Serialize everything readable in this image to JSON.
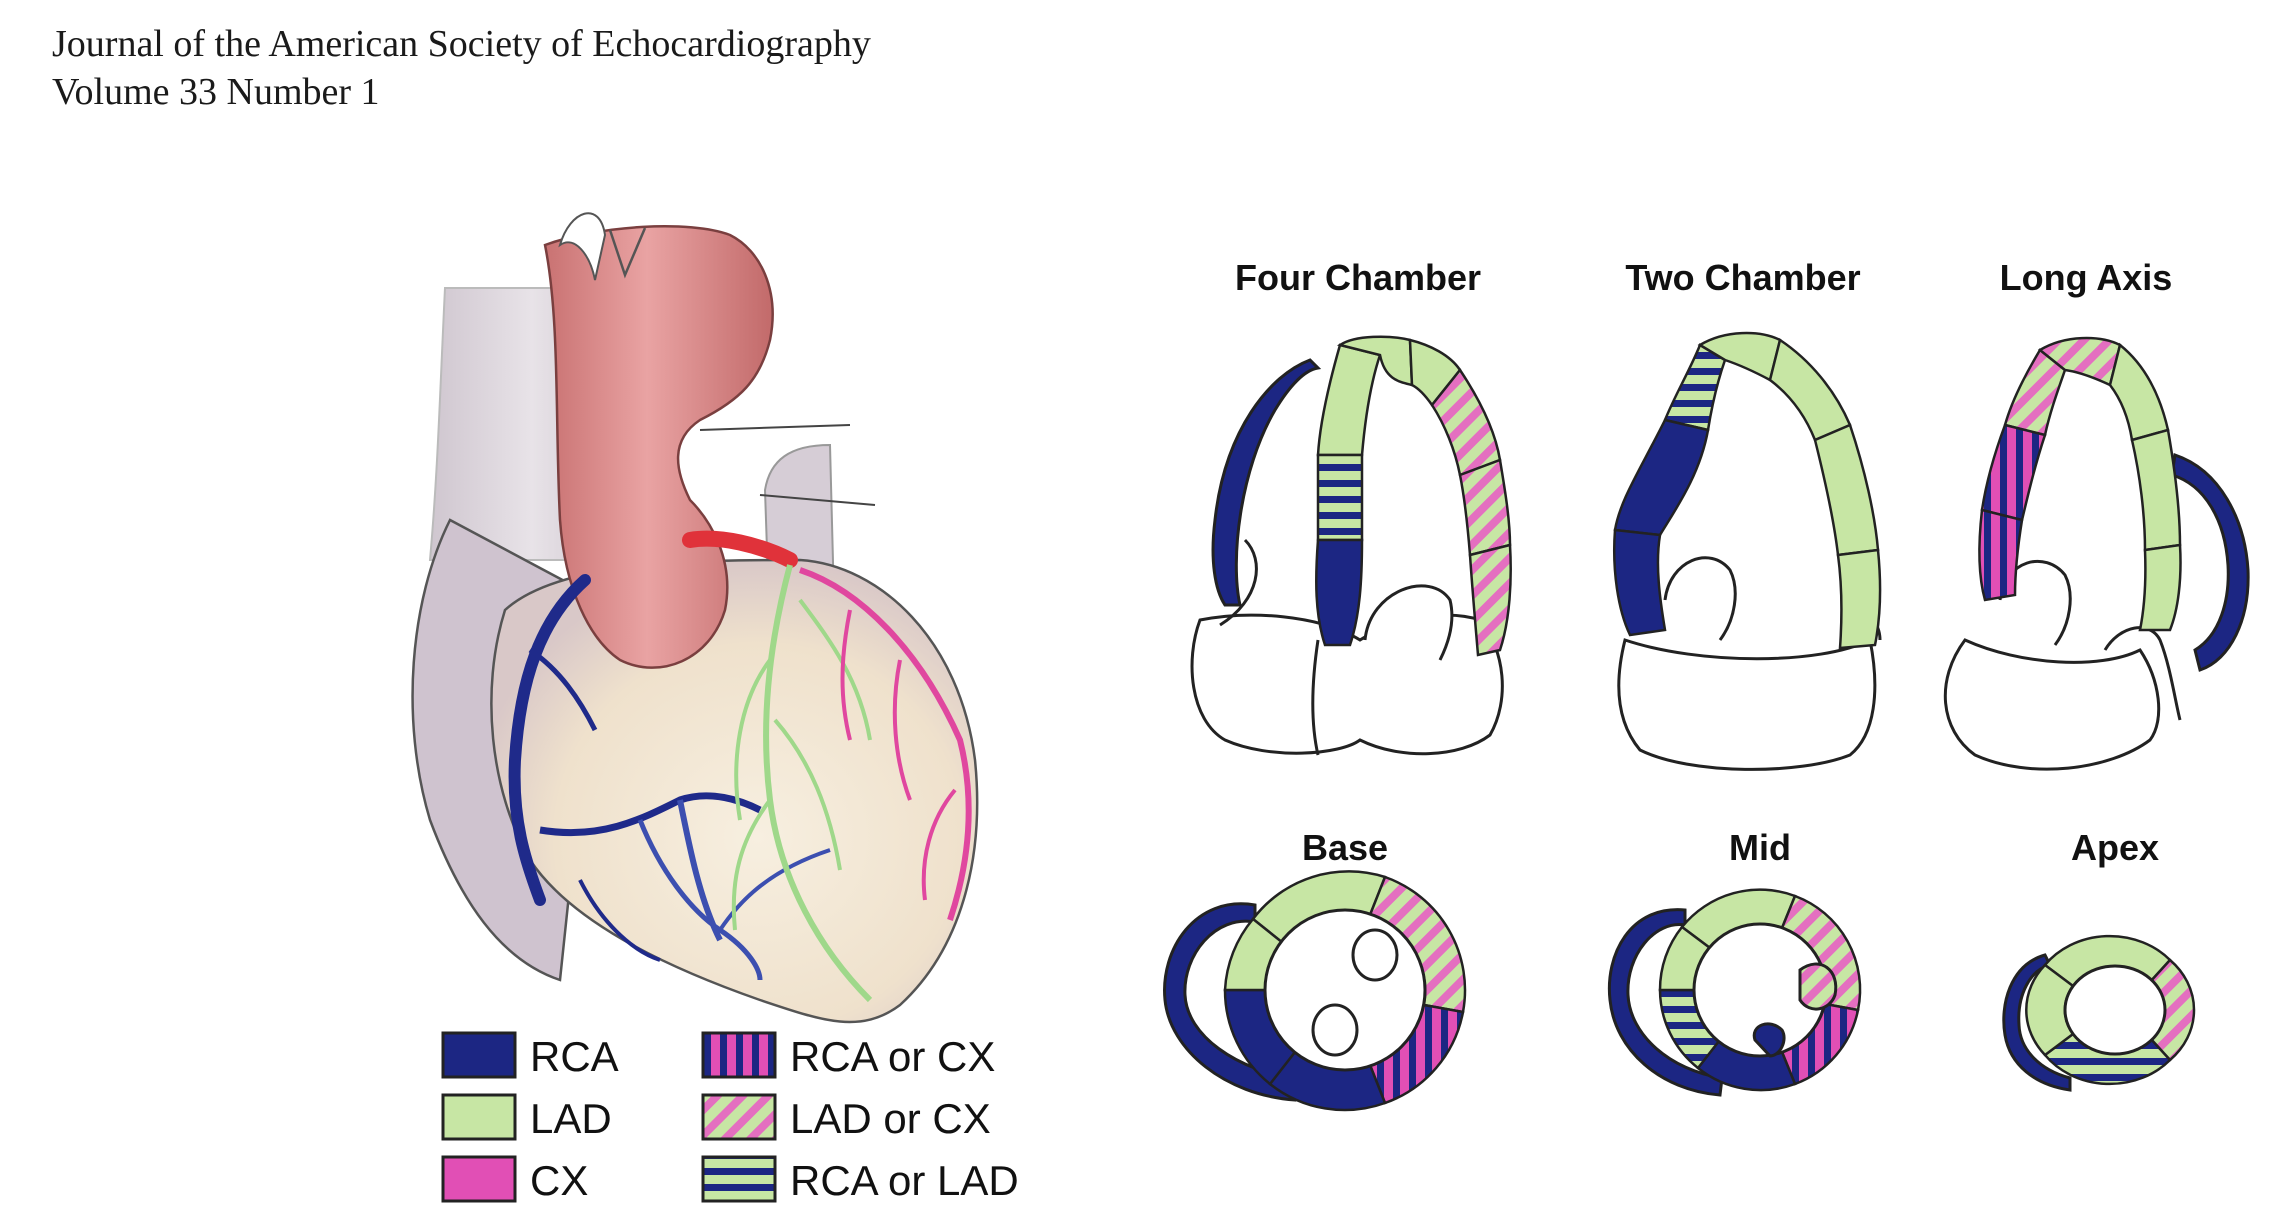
{
  "header": {
    "journal": "Journal of the American Society of Echocardiography",
    "issue": "Volume 33 Number 1"
  },
  "views": {
    "four_chamber": "Four Chamber",
    "two_chamber": "Two Chamber",
    "long_axis": "Long Axis",
    "base": "Base",
    "mid": "Mid",
    "apex": "Apex"
  },
  "legend": [
    {
      "key": "rca",
      "label": "RCA",
      "pattern": "solid-navy"
    },
    {
      "key": "lad",
      "label": "LAD",
      "pattern": "solid-green"
    },
    {
      "key": "cx",
      "label": "CX",
      "pattern": "solid-magenta"
    },
    {
      "key": "rca_or_cx",
      "label": "RCA or CX",
      "pattern": "vertical-stripes"
    },
    {
      "key": "lad_or_cx",
      "label": "LAD or CX",
      "pattern": "diagonal-stripes"
    },
    {
      "key": "rca_or_lad",
      "label": "RCA or LAD",
      "pattern": "horizontal-stripes"
    }
  ],
  "colors": {
    "rca": "#1c2683",
    "lad": "#c7e6a4",
    "cx": "#e14fb5",
    "rca_vessel": "#1f2a8a",
    "lad_vessel": "#9fd88a",
    "cx_vessel": "#e0479f",
    "aorta": "#d98a8a",
    "heart_body": "#f2e6d2"
  }
}
